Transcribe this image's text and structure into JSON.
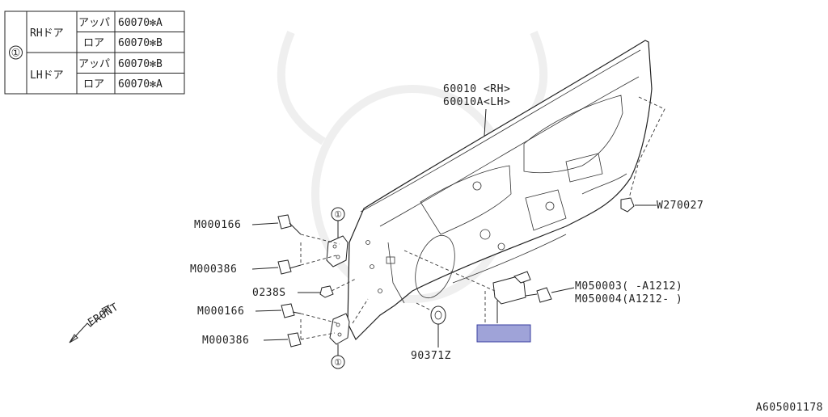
{
  "table": {
    "ref_num": "①",
    "rows": [
      {
        "door": "RHドア",
        "position": "アッパ",
        "part": "60070✻A"
      },
      {
        "door": "",
        "position": "ロア",
        "part": "60070✻B"
      },
      {
        "door": "LHドア",
        "position": "アッパ",
        "part": "60070✻B"
      },
      {
        "door": "",
        "position": "ロア",
        "part": "60070✻A"
      }
    ]
  },
  "callouts": {
    "panel_rh": "60010 <RH>",
    "panel_lh": "60010A<LH>",
    "clip": "W270027",
    "bolt_upper_1": "M000166",
    "bolt_upper_2": "M000386",
    "nut": "0238S",
    "bolt_lower_1": "M000166",
    "bolt_lower_2": "M000386",
    "checker_bolt_1": "M050003( -A1212)",
    "checker_bolt_2": "M050004(A1212- )",
    "plug": "90371Z",
    "hinge_upper_ref": "①",
    "hinge_lower_ref": "①"
  },
  "front_label": "FRONT",
  "diagram_code": "A605001178",
  "colors": {
    "highlight_fill": "#9fa3d8",
    "highlight_stroke": "#3a3fa0"
  }
}
